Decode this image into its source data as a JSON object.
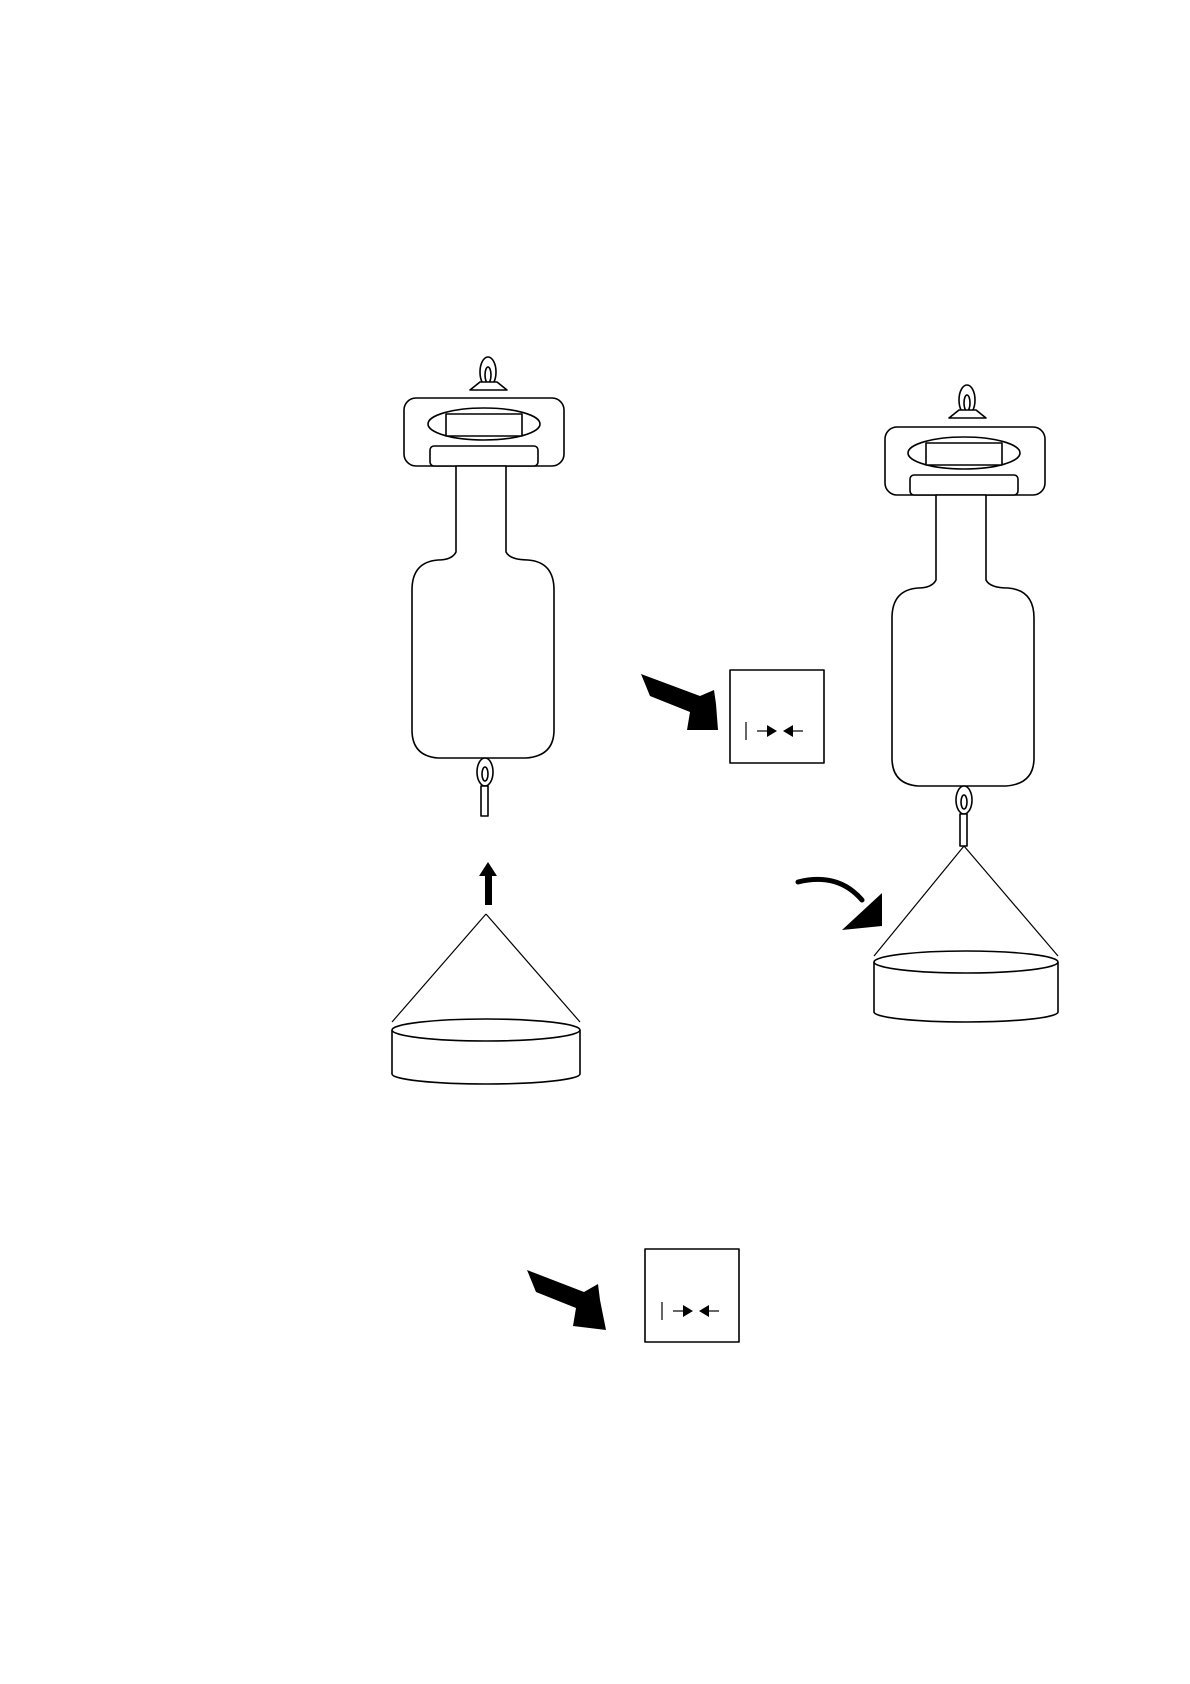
{
  "diagram": {
    "colors": {
      "line": "#000000",
      "fill": "#ffffff"
    },
    "steps": [
      {
        "name": "remove-load",
        "arrow": "up-arrow",
        "indicator_icon": "tare-center-icon"
      },
      {
        "name": "hang-load",
        "arrow": "curved-arrow",
        "indicator_icon": "tare-center-icon"
      }
    ]
  }
}
